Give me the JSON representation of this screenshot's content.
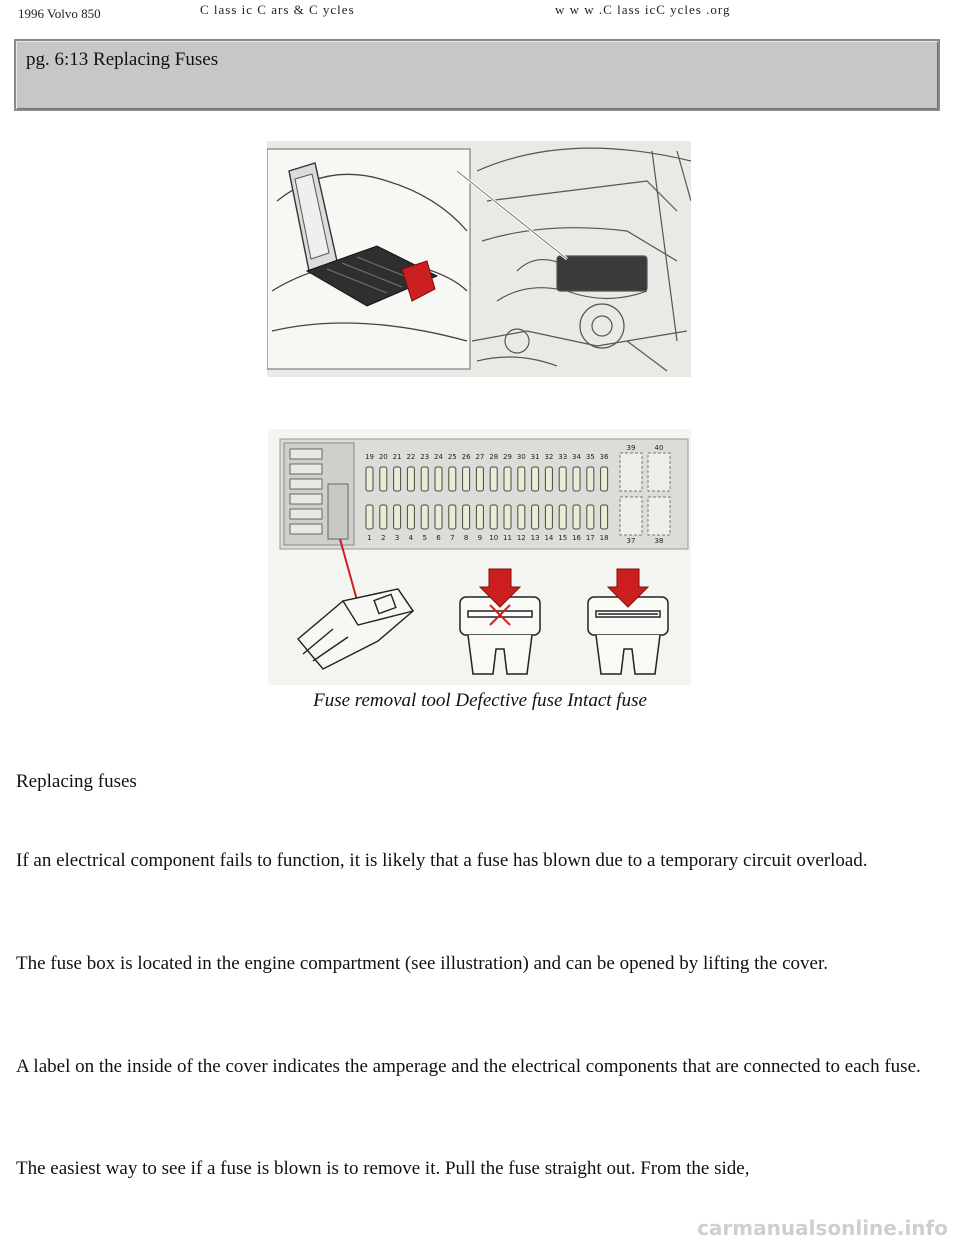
{
  "header": {
    "left": "1996 Volvo 850",
    "middle": "C lass ic C ars  &   C ycles",
    "right": "w w w .C lass icC ycles .org"
  },
  "page_title": "pg. 6:13 Replacing Fuses",
  "figures": {
    "engine": {
      "icon": "engine-compartment-illustration"
    },
    "fuse_box": {
      "icon": "fuse-box-diagram",
      "top_numbers": [
        "19",
        "20",
        "21",
        "22",
        "23",
        "24",
        "25",
        "26",
        "27",
        "28",
        "29",
        "30",
        "31",
        "32",
        "33",
        "34",
        "35",
        "36"
      ],
      "bottom_numbers": [
        "1",
        "2",
        "3",
        "4",
        "5",
        "6",
        "7",
        "8",
        "9",
        "10",
        "11",
        "12",
        "13",
        "14",
        "15",
        "16",
        "17",
        "18"
      ],
      "side_top": [
        "39",
        "40"
      ],
      "side_bottom": [
        "37",
        "38"
      ]
    }
  },
  "caption": "Fuse removal tool Defective fuse Intact fuse",
  "paragraphs": [
    "Replacing fuses",
    "If an electrical component fails to function, it is likely that a fuse has blown due to a temporary circuit overload.",
    "The fuse box is located in the engine compartment (see illustration) and can be opened by lifting the cover.",
    "A label on the inside of the cover indicates the amperage and the electrical components that are connected to each fuse.",
    "The easiest way to see if a fuse is blown is to remove it. Pull the fuse straight out. From the side,"
  ],
  "watermark": "carmanualsonline.info",
  "colors": {
    "title_bg": "#c7c7c7",
    "arrow_red": "#cc1f1f"
  }
}
